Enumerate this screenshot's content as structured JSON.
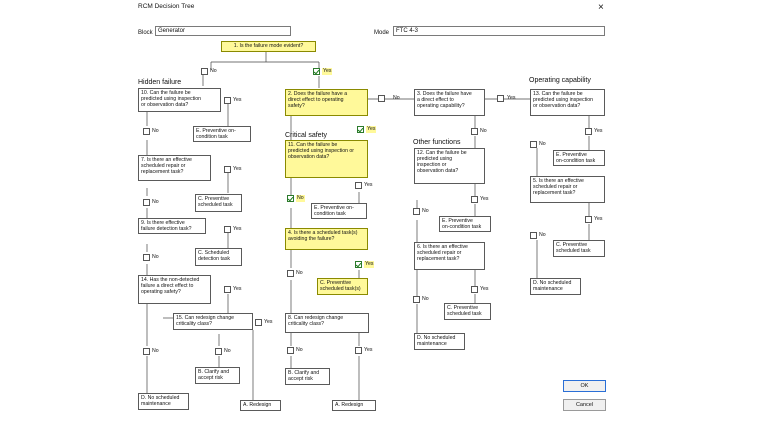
{
  "window": {
    "title": "RCM Decision Tree",
    "close_glyph": "×"
  },
  "block": {
    "label": "Block",
    "value": "Generator"
  },
  "mode": {
    "label": "Mode",
    "value": "FTC 4-3"
  },
  "headings": {
    "hidden_failure": "Hidden failure",
    "critical_safety": "Critical safety",
    "other_functions": "Other functions",
    "operating_capability": "Operating capability"
  },
  "questions": {
    "q1": "1. Is the failure mode evident?",
    "q2": "2. Does the failure have a\ndirect effect to operating\nsafety?",
    "q3": "3. Does the failure have\na direct effect to\noperating capability?",
    "q4": "4. Is there a scheduled task(s)\navoiding the failure?",
    "q7": "7. Is there an effective\nscheduled repair or\nreplacement task?",
    "q8": "8. Can redesign change\ncriticality class?",
    "q9": "9. Is there effective\nfailure detection task?",
    "q10": "10. Can the failure be\npredicted using inspection\nor observation data?",
    "q11": "11. Can the failure be\npredicted using inspection or\nobservation data?",
    "q12": "12. Can the failure be\npredicted using\ninspection or\nobservation data?",
    "q13": "13. Can the failure be\npredicted using inspection\nor observation data?",
    "q14": "14. Has the non-detected\nfailure a direct effect to\noperating safety?",
    "q15": "15. Can redesign change\ncriticality class?",
    "q5": "5. Is there an effective\nscheduled repair or\nreplacement task?",
    "q6": "6. Is there an effective\nscheduled repair or\nreplacement task?"
  },
  "results": {
    "e_hidden": "E. Preventive on-\ncondition task",
    "c_hidden": "C. Preventive\nscheduled task",
    "c_detect": "C. Scheduled\ndetection task",
    "b_hidden": "B. Clarify and\naccept risk",
    "d_hidden": "D. No scheduled\nmaintenance",
    "a_hidden": "A. Redesign",
    "e_safety": "E. Preventive on-\ncondition task",
    "c_safety": "C. Preventive\nscheduled task(s)",
    "b_safety": "B. Clarify and\naccept risk",
    "a_safety": "A. Redesign",
    "e_other": "E. Preventive\non-condition task",
    "c_other": "C. Preventive\nscheduled task",
    "d_other": "D. No scheduled\nmaintenance",
    "e_oper": "E. Preventive\non-condition task",
    "c_oper": "C. Preventive\nscheduled task",
    "d_oper": "D. No scheduled\nmaintenance"
  },
  "answers": {
    "yes": "Yes",
    "no": "No"
  },
  "buttons": {
    "ok": "OK",
    "cancel": "Cancel"
  }
}
